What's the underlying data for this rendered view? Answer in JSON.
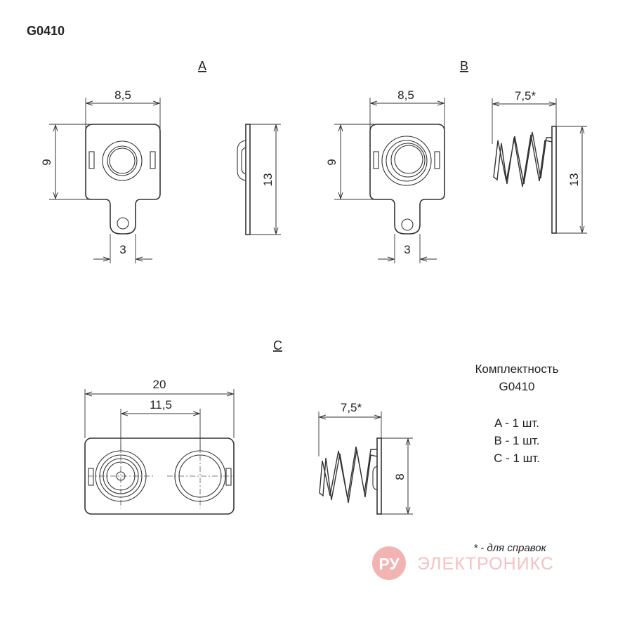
{
  "title": "G0410",
  "views": {
    "a": {
      "label": "A",
      "width": "8,5",
      "height": "9",
      "tab": "3",
      "side_height": "13"
    },
    "b": {
      "label": "B",
      "width": "8,5",
      "height": "9",
      "tab": "3",
      "spring_length": "7,5*",
      "side_height": "13"
    },
    "c": {
      "label": "C",
      "width": "20",
      "pitch": "11,5",
      "spring_length": "7,5*",
      "side_height": "8"
    }
  },
  "kit": {
    "heading": "Комплектность",
    "code": "G0410",
    "items": [
      "A - 1 шт.",
      "B - 1 шт.",
      "C - 1 шт."
    ]
  },
  "note": "* - для справок",
  "watermark": {
    "badge": "РУ",
    "text": "ЭЛЕКТРОНИКС",
    "color": "#f2b3b3"
  }
}
